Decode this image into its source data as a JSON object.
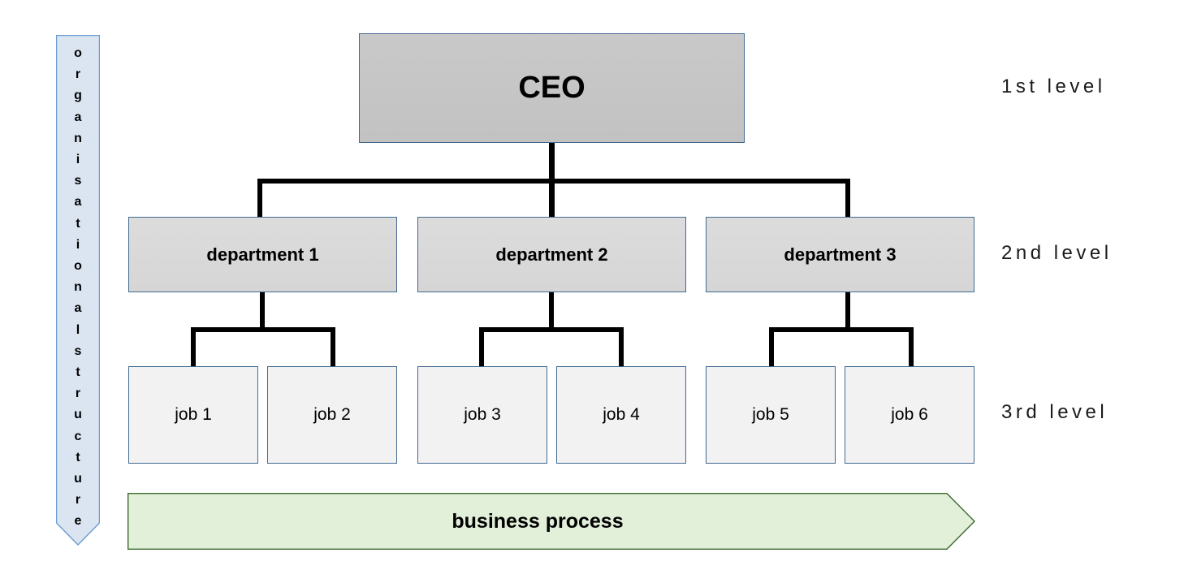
{
  "diagram": {
    "title": "organisational structure / business process diagram",
    "background_color": "#ffffff"
  },
  "org_arrow": {
    "text": "organisational structure",
    "line1": "organisational",
    "line2": "structure",
    "letters": [
      "o",
      "r",
      "g",
      "a",
      "n",
      "i",
      "s",
      "a",
      "t",
      "i",
      "o",
      "n",
      "a",
      "l",
      "",
      "s",
      "t",
      "r",
      "u",
      "c",
      "t",
      "u",
      "r",
      "e"
    ],
    "fill_color": "#dbe5f1",
    "border_color": "#6a9bd1",
    "direction": "down"
  },
  "nodes": {
    "ceo": {
      "label": "CEO",
      "fill_color": "#c4c4c4",
      "border_color": "#41698f"
    },
    "departments": [
      {
        "label": "department 1",
        "fill_color": "#d9d9d9",
        "border_color": "#41698f"
      },
      {
        "label": "department 2",
        "fill_color": "#d9d9d9",
        "border_color": "#41698f"
      },
      {
        "label": "department 3",
        "fill_color": "#d9d9d9",
        "border_color": "#41698f"
      }
    ],
    "jobs": [
      {
        "label": "job 1",
        "fill_color": "#f2f2f2",
        "border_color": "#41698f"
      },
      {
        "label": "job 2",
        "fill_color": "#f2f2f2",
        "border_color": "#41698f"
      },
      {
        "label": "job 3",
        "fill_color": "#f2f2f2",
        "border_color": "#41698f"
      },
      {
        "label": "job 4",
        "fill_color": "#f2f2f2",
        "border_color": "#41698f"
      },
      {
        "label": "job 5",
        "fill_color": "#f2f2f2",
        "border_color": "#41698f"
      },
      {
        "label": "job 6",
        "fill_color": "#f2f2f2",
        "border_color": "#41698f"
      }
    ]
  },
  "business_process": {
    "label": "business process",
    "fill_color": "#e2efd9",
    "border_color": "#3d6b2e",
    "direction": "right"
  },
  "levels": [
    {
      "label": "1st level"
    },
    {
      "label": "2nd level"
    },
    {
      "label": "3rd level"
    }
  ],
  "connector_color": "#000000"
}
